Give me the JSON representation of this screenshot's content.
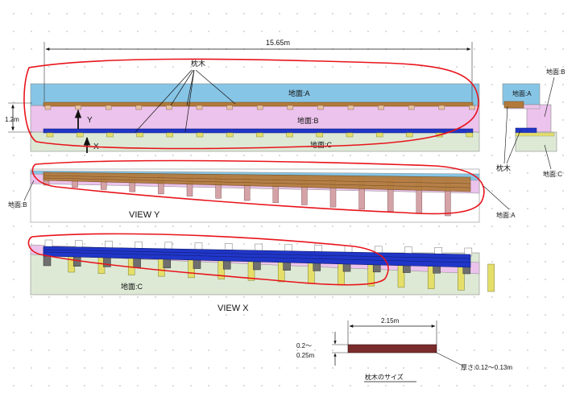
{
  "dimensions": {
    "overall_length": "15.65m",
    "height": "1.2m",
    "tie_length": "2.15m",
    "tie_width_line1": "0.2〜",
    "tie_width_line2": "0.25m",
    "tie_thickness": "厚さ:0.12〜0.13m"
  },
  "labels": {
    "ground_a": "地面:A",
    "ground_b": "地面:B",
    "ground_c": "地面:C",
    "sleeper": "枕木",
    "axis_y": "Y",
    "axis_x": "X",
    "view_y": "VIEW Y",
    "view_x": "VIEW X",
    "tie_size_caption": "枕木のサイズ"
  },
  "colors": {
    "ground_a": "#87c5e6",
    "ground_b": "#ecc3ec",
    "ground_c": "#dde9d5",
    "tie_brown": "#b27a3a",
    "tie_blue": "#2036c8",
    "post_tan": "#e8c3a6",
    "post_yellow": "#e5df6a",
    "post_pink": "#d4a3a8",
    "post_gray": "#6f6f6f",
    "highlight": "#e8141b",
    "tie_sample": "#7a2c2c"
  }
}
